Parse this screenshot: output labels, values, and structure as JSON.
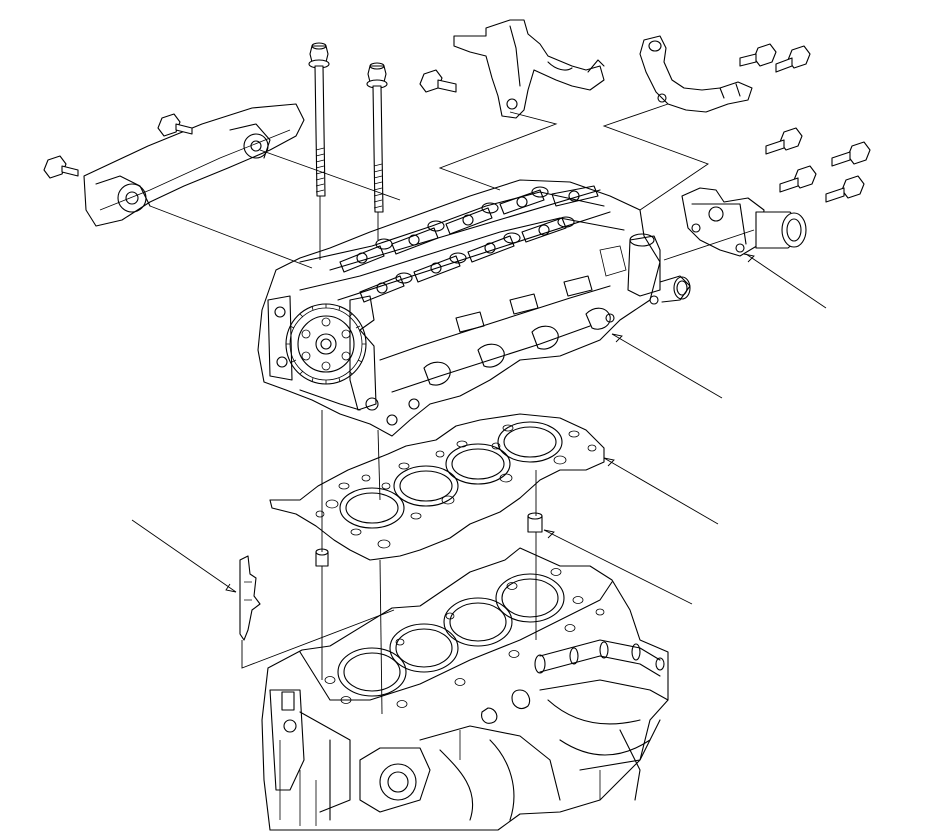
{
  "diagram": {
    "kind": "exploded-view",
    "labels": [],
    "accent": "#000000",
    "background": "#ffffff",
    "components": [
      "timing-chain-guide",
      "cylinder-head-bolt",
      "wire-harness-bracket",
      "engine-hanger",
      "cylinder-head",
      "water-outlet",
      "cylinder-head-gasket",
      "dowel-pin",
      "chain-tensioner-bracket",
      "engine-block"
    ]
  }
}
